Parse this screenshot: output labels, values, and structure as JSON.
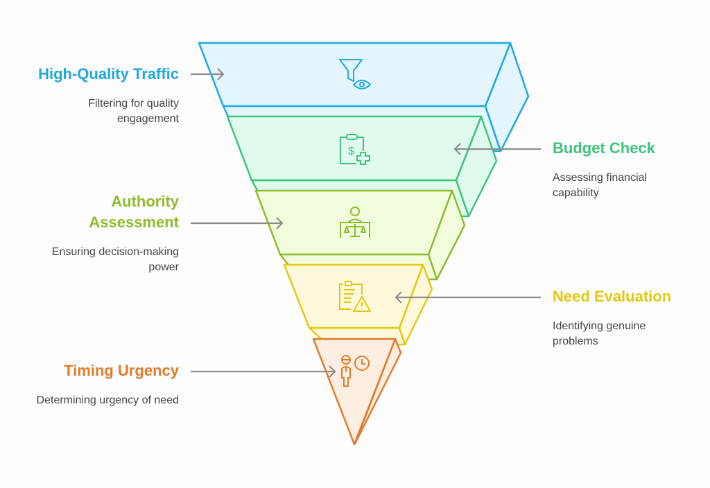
{
  "stages": [
    {
      "title": "High-Quality Traffic",
      "description": "Filtering for quality engagement",
      "icon": "funnel-eye-icon",
      "color": "#1fa8dc",
      "fill": "#e3f6fd"
    },
    {
      "title": "Budget Check",
      "description": "Assessing financial capability",
      "icon": "clipboard-dollar-plus-icon",
      "color": "#3cc47c",
      "fill": "#e0fbee"
    },
    {
      "title": "Authority Assessment",
      "description": "Ensuring decision-making power",
      "icon": "person-scale-icon",
      "color": "#8dbb2e",
      "fill": "#f1fcdd"
    },
    {
      "title": "Need Evaluation",
      "description": "Identifying genuine problems",
      "icon": "clipboard-warning-icon",
      "color": "#e2c80e",
      "fill": "#fff8dc"
    },
    {
      "title": "Timing Urgency",
      "description": "Determining urgency of need",
      "icon": "person-clock-icon",
      "color": "#e07b2a",
      "fill": "#fdeee2"
    }
  ]
}
